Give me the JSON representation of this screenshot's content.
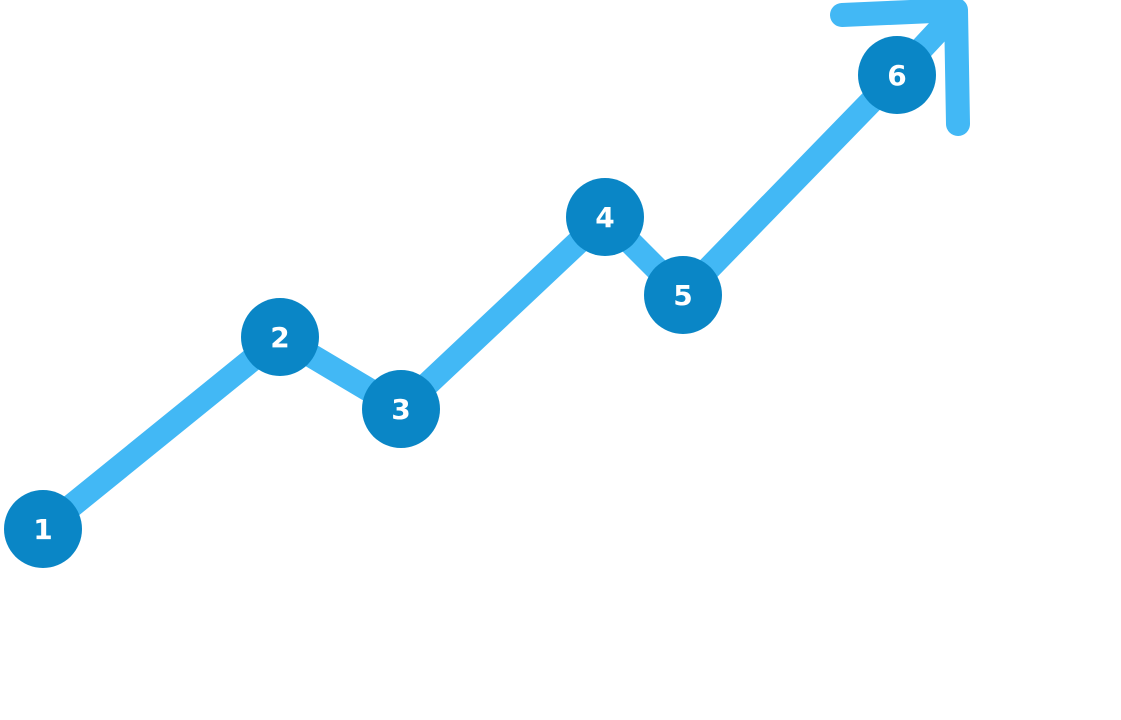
{
  "diagram": {
    "type": "growth-steps",
    "colors": {
      "line": "#42B8F5",
      "node": "#0A86C6",
      "label": "#ffffff"
    },
    "steps": [
      {
        "label": "1"
      },
      {
        "label": "2"
      },
      {
        "label": "3"
      },
      {
        "label": "4"
      },
      {
        "label": "5"
      },
      {
        "label": "6"
      }
    ],
    "arrow": {
      "direction": "up-right",
      "icon": "arrow-up-right-icon"
    }
  }
}
